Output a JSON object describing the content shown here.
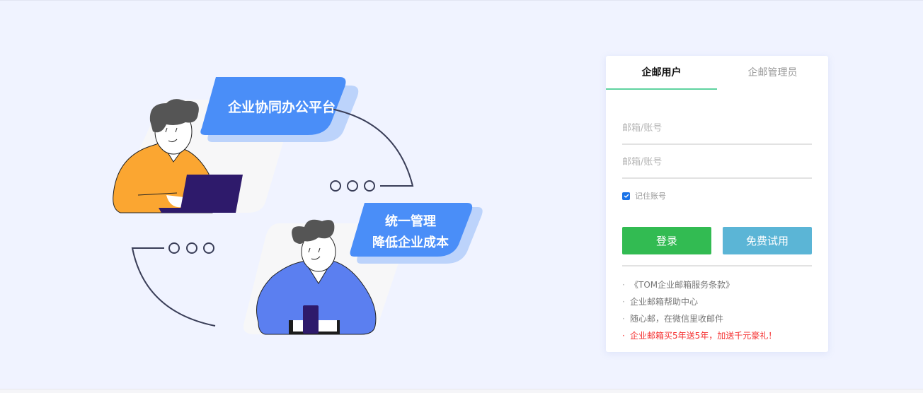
{
  "illustration": {
    "bubble1": "企业协同办公平台",
    "bubble2_line1": "统一管理",
    "bubble2_line2": "降低企业成本"
  },
  "login": {
    "tabs": [
      {
        "label": "企邮用户",
        "active": true
      },
      {
        "label": "企邮管理员",
        "active": false
      }
    ],
    "account_field": {
      "placeholder": "邮箱/账号",
      "value": ""
    },
    "password_field": {
      "placeholder": "邮箱/账号",
      "value": ""
    },
    "remember": {
      "label": "记住账号",
      "checked": true
    },
    "login_button": "登录",
    "trial_button": "免费试用",
    "links": [
      {
        "label": "《TOM企业邮箱服务条款》"
      },
      {
        "label": "企业邮箱帮助中心"
      },
      {
        "label": "随心邮，在微信里收邮件"
      },
      {
        "label": "企业邮箱买5年送5年，加送千元豪礼！",
        "highlight": true
      }
    ]
  },
  "colors": {
    "background": "#f0f3ff",
    "tab_indicator": "#5fd3a0",
    "login_button": "#32bb52",
    "trial_button": "#5bb5d6",
    "promo_text": "#f53030",
    "bubble": "#4a8ef8",
    "bubble_shadow": "#bcd3fb",
    "person1_hoodie": "#fba631",
    "person2_hoodie": "#5b7ff0",
    "device": "#2e1a6b"
  }
}
